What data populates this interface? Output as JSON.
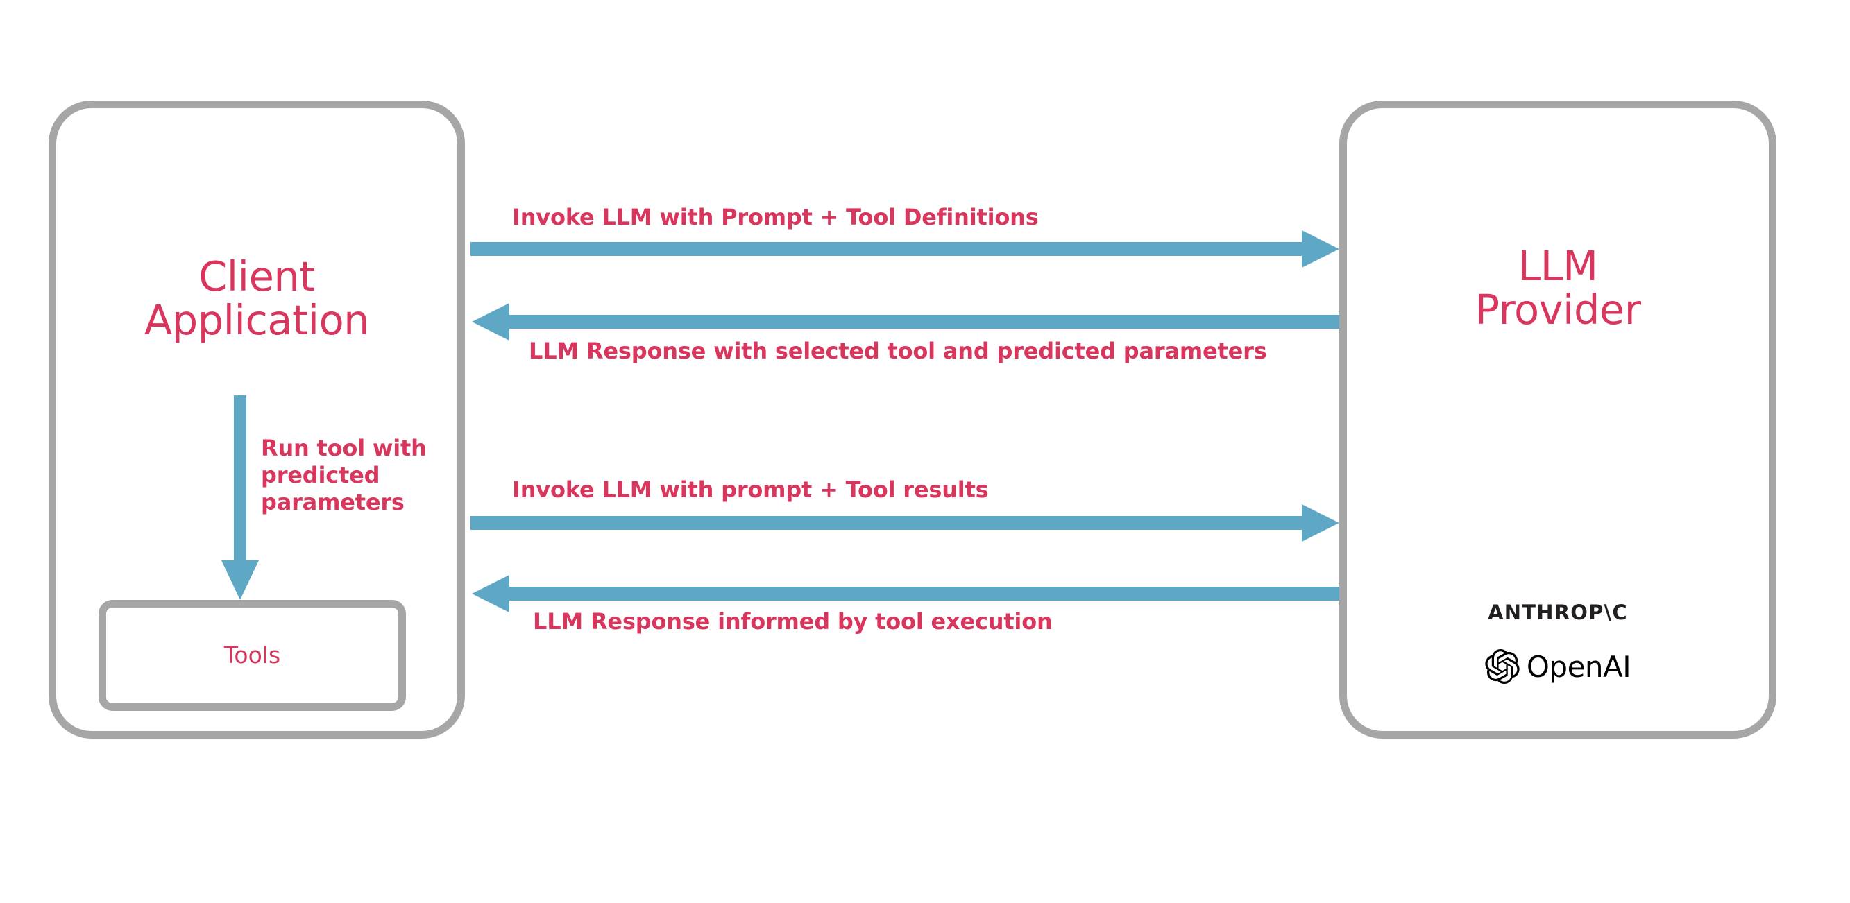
{
  "diagram": {
    "title": "LLM tool-calling sequence between client application and LLM provider",
    "colors": {
      "accent_text": "#d9365e",
      "arrow": "#5fa8c5",
      "box_border": "#a6a6a6",
      "background": "#ffffff",
      "logo_text": "#231f20"
    },
    "nodes": {
      "client": {
        "label": "Client\nApplication",
        "sub_node": {
          "label": "Tools"
        }
      },
      "provider": {
        "label": "LLM\nProvider",
        "logos": {
          "anthropic": "ANTHROP\\C",
          "openai": "OpenAI"
        }
      }
    },
    "arrows": [
      {
        "id": "invoke-llm-with-prompt-and-tool-definitions",
        "direction": "right",
        "label": "Invoke LLM with Prompt + Tool Definitions"
      },
      {
        "id": "llm-response-with-selected-tool",
        "direction": "left",
        "label": "LLM Response with selected tool and predicted parameters"
      },
      {
        "id": "invoke-llm-with-prompt-and-tool-results",
        "direction": "right",
        "label": "Invoke LLM with prompt + Tool results"
      },
      {
        "id": "llm-response-informed-by-tool-execution",
        "direction": "left",
        "label": "LLM Response informed by tool execution"
      },
      {
        "id": "run-tool-with-predicted-parameters",
        "direction": "down",
        "label": "Run tool with\npredicted\nparameters"
      }
    ]
  }
}
